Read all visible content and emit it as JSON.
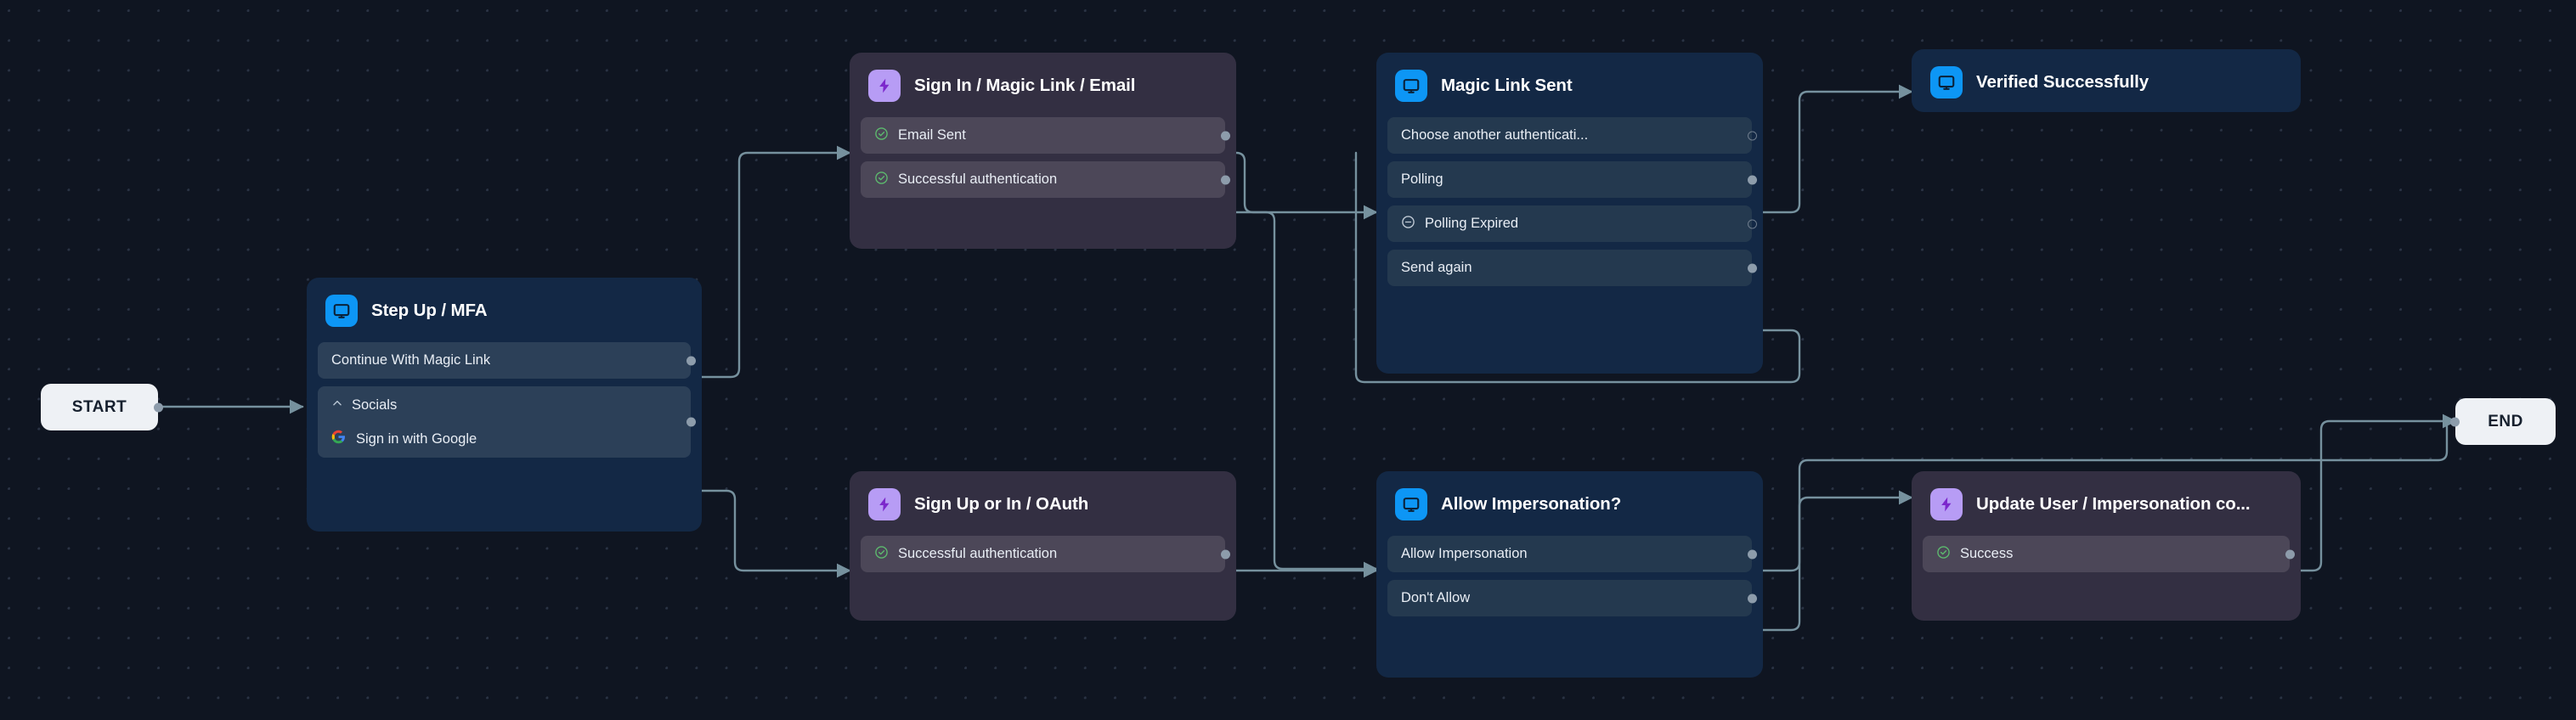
{
  "canvas": {
    "background": "#0f1521",
    "grid_dot_color": "#2a3344",
    "edge_color": "#76919e",
    "handle_color": "#8d9cab"
  },
  "terminals": {
    "start": {
      "label": "START"
    },
    "end": {
      "label": "END"
    }
  },
  "nodes": [
    {
      "id": "step-up-mfa",
      "title": "Step Up / MFA",
      "icon": "screen-icon",
      "variant": "blue",
      "rows": [
        {
          "label": "Continue With Magic Link",
          "icon": "none",
          "handle": "filled"
        }
      ],
      "group": {
        "header_label": "Socials",
        "header_icon": "chevron-up-icon",
        "items": [
          {
            "label": "Sign in with Google",
            "icon": "google-icon",
            "handle": "filled"
          }
        ]
      }
    },
    {
      "id": "sign-in-magic-link-email",
      "title": "Sign In / Magic Link / Email",
      "icon": "lightning-icon",
      "variant": "purple",
      "rows": [
        {
          "label": "Email Sent",
          "icon": "check-circle-icon",
          "handle": "filled"
        },
        {
          "label": "Successful authentication",
          "icon": "check-circle-icon",
          "handle": "filled"
        }
      ]
    },
    {
      "id": "magic-link-sent",
      "title": "Magic Link Sent",
      "icon": "screen-icon",
      "variant": "blue",
      "rows": [
        {
          "label": "Choose another authenticati...",
          "icon": "none",
          "handle": "hollow"
        },
        {
          "label": "Polling",
          "icon": "none",
          "handle": "filled"
        },
        {
          "label": "Polling Expired",
          "icon": "minus-circle-icon",
          "handle": "hollow"
        },
        {
          "label": "Send again",
          "icon": "none",
          "handle": "filled"
        }
      ]
    },
    {
      "id": "verified-successfully",
      "title": "Verified Successfully",
      "icon": "screen-icon",
      "variant": "blue",
      "rows": []
    },
    {
      "id": "sign-up-or-in-oauth",
      "title": "Sign Up or In / OAuth",
      "icon": "lightning-icon",
      "variant": "purple",
      "rows": [
        {
          "label": "Successful authentication",
          "icon": "check-circle-icon",
          "handle": "filled"
        }
      ]
    },
    {
      "id": "allow-impersonation",
      "title": "Allow Impersonation?",
      "icon": "screen-icon",
      "variant": "blue",
      "rows": [
        {
          "label": "Allow Impersonation",
          "icon": "none",
          "handle": "filled"
        },
        {
          "label": "Don't Allow",
          "icon": "none",
          "handle": "filled"
        }
      ]
    },
    {
      "id": "update-user-impersonation",
      "title": "Update User / Impersonation co...",
      "icon": "lightning-icon",
      "variant": "purple",
      "rows": [
        {
          "label": "Success",
          "icon": "check-circle-icon",
          "handle": "filled"
        }
      ]
    }
  ],
  "colors": {
    "blue_node_bg": "#132845",
    "blue_row_bg": "#24394f",
    "purple_node_bg": "#332f42",
    "purple_row_bg": "#4c4758",
    "blue_icon": "#0d96f5",
    "purple_icon_bg": "#b79cf5",
    "purple_bolt": "#7c28cc",
    "check_green": "#5dbb6e",
    "terminal_bg": "#eef1f5",
    "terminal_text": "#16202e"
  }
}
